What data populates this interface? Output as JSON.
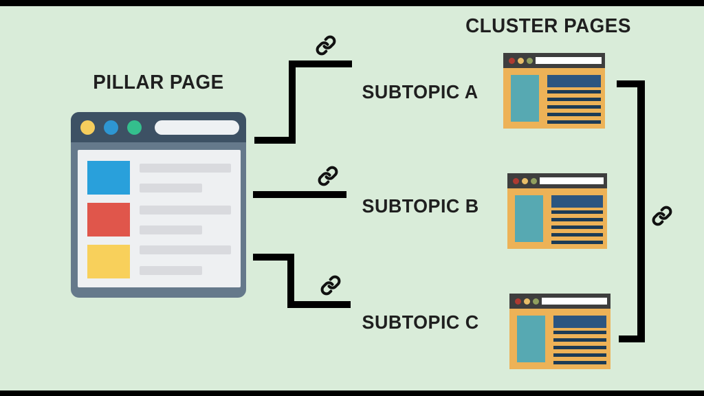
{
  "diagram": {
    "heading": "CLUSTER PAGES",
    "pillar": {
      "label": "PILLAR PAGE"
    },
    "subtopics": [
      {
        "id": "subtopic-a",
        "label": "SUBTOPIC A"
      },
      {
        "id": "subtopic-b",
        "label": "SUBTOPIC B"
      },
      {
        "id": "subtopic-c",
        "label": "SUBTOPIC C"
      }
    ],
    "connections": [
      {
        "from": "PILLAR PAGE",
        "to": "SUBTOPIC A",
        "marker": "link-icon"
      },
      {
        "from": "PILLAR PAGE",
        "to": "SUBTOPIC B",
        "marker": "link-icon"
      },
      {
        "from": "PILLAR PAGE",
        "to": "SUBTOPIC C",
        "marker": "link-icon"
      },
      {
        "from": "SUBTOPIC A",
        "to": "SUBTOPIC C",
        "marker": "link-icon"
      }
    ]
  },
  "colors": {
    "canvas_bg": "#d9ecd9",
    "frame_bar": "#000000",
    "text": "#1f1f1f",
    "connector": "#000000",
    "pillar_header": "#3d5164",
    "pillar_frame": "#65798b",
    "pillar_content": "#eef0f2",
    "address_bar": "#eef1f3",
    "dot_yellow": "#f5cd5d",
    "dot_blue": "#2e96d2",
    "dot_green": "#34bf8d",
    "thumb_blue": "#29a0db",
    "thumb_red": "#e0564b",
    "thumb_yellow": "#f8d05b",
    "text_line_gray": "#d9dade",
    "cluster_header": "#3e3e3e",
    "cluster_dot_red": "#ae3a31",
    "cluster_dot_amber": "#e8bd68",
    "cluster_dot_olive": "#91a05e",
    "cluster_body": "#edb257",
    "cluster_image_teal": "#57a9b2",
    "cluster_title_navy": "#2c5580",
    "cluster_line_navy": "#1c3b55",
    "cluster_address_bar": "#ffffff"
  }
}
